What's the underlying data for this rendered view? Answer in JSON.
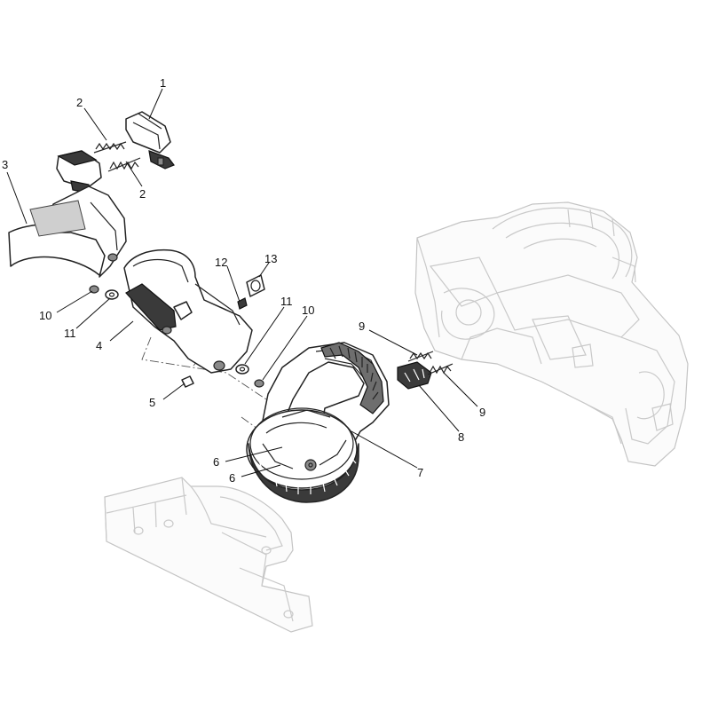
{
  "callouts": [
    {
      "id": "c1a",
      "label": "1"
    },
    {
      "id": "c2a",
      "label": "2"
    },
    {
      "id": "c2b",
      "label": "2"
    },
    {
      "id": "c3",
      "label": "3"
    },
    {
      "id": "c4",
      "label": "4"
    },
    {
      "id": "c5",
      "label": "5"
    },
    {
      "id": "c6a",
      "label": "6"
    },
    {
      "id": "c6b",
      "label": "6"
    },
    {
      "id": "c7",
      "label": "7"
    },
    {
      "id": "c8",
      "label": "8"
    },
    {
      "id": "c9a",
      "label": "9"
    },
    {
      "id": "c9b",
      "label": "9"
    },
    {
      "id": "c10a",
      "label": "10"
    },
    {
      "id": "c10b",
      "label": "10"
    },
    {
      "id": "c11a",
      "label": "11"
    },
    {
      "id": "c11b",
      "label": "11"
    },
    {
      "id": "c12",
      "label": "12"
    },
    {
      "id": "c13",
      "label": "13"
    }
  ]
}
